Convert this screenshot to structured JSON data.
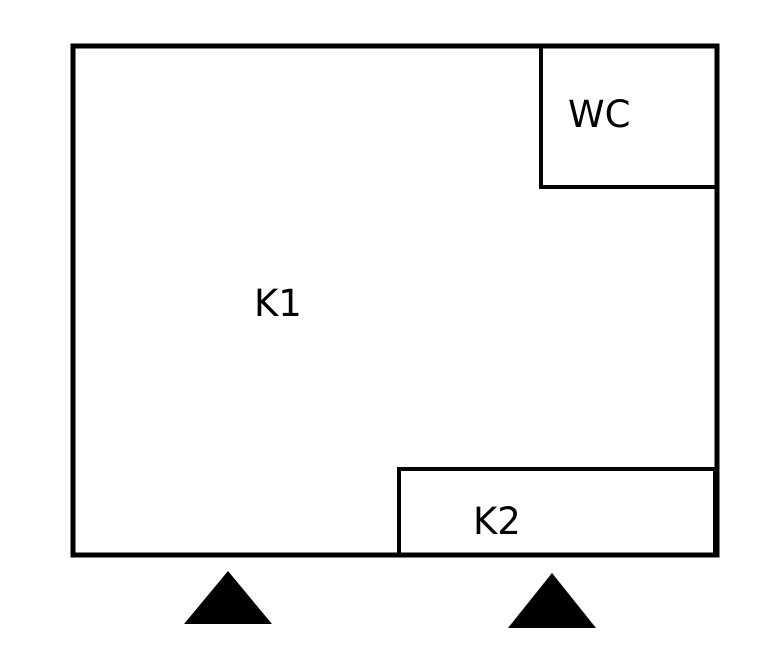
{
  "rooms": {
    "k1": {
      "label": "K1"
    },
    "wc": {
      "label": "WC"
    },
    "k2": {
      "label": "K2"
    }
  },
  "markers": {
    "count": 2,
    "icon": "triangle-icon"
  },
  "colors": {
    "stroke": "#000000",
    "background": "#ffffff"
  }
}
